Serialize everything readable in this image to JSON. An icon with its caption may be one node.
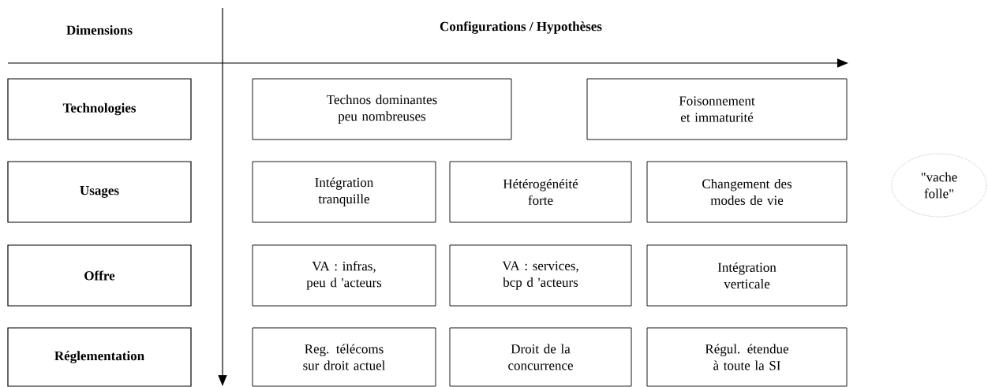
{
  "diagram": {
    "nodes": [
      {
        "text": [
          "Technologies"
        ]
      },
      {
        "text": [
          "Technos dominantes peu nombreuses"
        ]
      },
      {
        "text": [
          "Foisonnement et immaturité"
        ]
      },
      {
        "text": [
          "Usages"
        ]
      },
      {
        "text": [
          "Intégration tranquille"
        ]
      },
      {
        "text": [
          "Hétérogénéité forte"
        ]
      },
      {
        "text": [
          "Changement des modes de vie"
        ]
      },
      {
        "text": [
          "\"vache folle\""
        ]
      },
      {
        "text": [
          "Offre"
        ]
      },
      {
        "text": [
          "VA : infras, peu d 'acteurs"
        ]
      },
      {
        "text": [
          "VA : services, bcp d 'acteurs"
        ]
      },
      {
        "text": [
          "Intégration verticale"
        ]
      },
      {
        "text": [
          "Réglementation"
        ]
      },
      {
        "text": [
          "Reg. télécoms sur droit actuel"
        ]
      },
      {
        "text": [
          "Droit de la concurrence"
        ]
      },
      {
        "text": [
          "Régul. étendue à toute la SI"
        ]
      }
    ],
    "edges": [],
    "labels": [
      "Dimensions",
      "Configurations / Hypothèses"
    ]
  }
}
